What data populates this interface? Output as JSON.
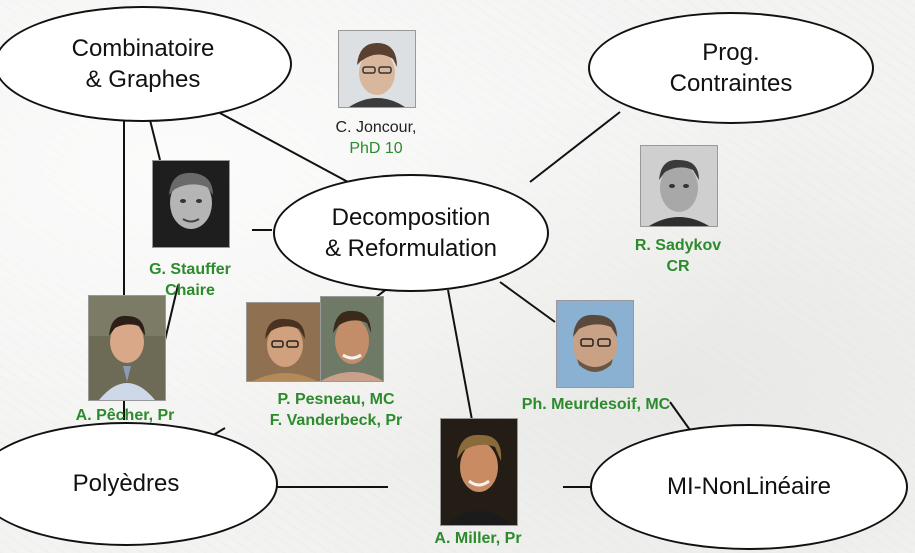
{
  "nodes": {
    "combinatoire": "Combinatoire\n& Graphes",
    "prog": "Prog.\nContraintes",
    "decomposition": "Decomposition\n& Reformulation",
    "polyedres": "Polyèdres",
    "minonlineaire": "MI-NonLinéaire"
  },
  "people": {
    "joncour": {
      "name": "C. Joncour,",
      "role": "PhD 10"
    },
    "stauffer": {
      "line1": "G. Stauffer",
      "line2": "Chaire"
    },
    "sadykov": {
      "line1": "R. Sadykov",
      "line2": "CR"
    },
    "pecher": "A. Pêcher, Pr",
    "pesneau": {
      "line1": "P. Pesneau, MC",
      "line2": "F. Vanderbeck, Pr"
    },
    "meurdesoif": "Ph.  Meurdesoif, MC",
    "miller": "A. Miller, Pr"
  },
  "colors": {
    "label_green": "#2d8a2d",
    "node_border": "#111111"
  }
}
